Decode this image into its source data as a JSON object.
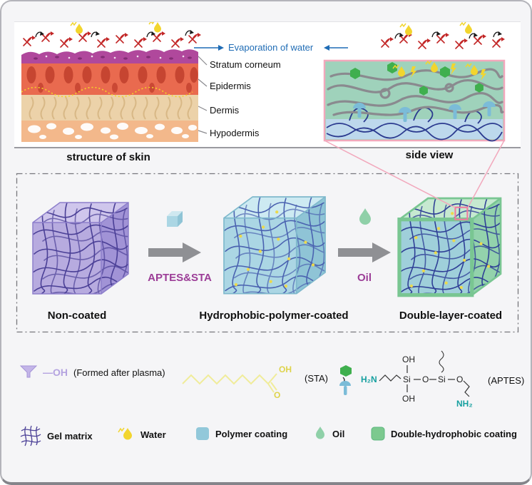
{
  "top": {
    "evaporation_label": "Evaporation of water",
    "skin_labels": [
      "Stratum corneum",
      "Epidermis",
      "Dermis",
      "Hypodermis"
    ],
    "skin_caption": "structure of skin",
    "side_view_caption": "side view"
  },
  "process": {
    "cube1_label": "Non-coated",
    "arrow1_label": "APTES&STA",
    "cube2_label": "Hydrophobic-polymer-coated",
    "arrow2_label": "Oil",
    "cube3_label": "Double-layer-coated"
  },
  "chem": {
    "oh_dash": "—OH",
    "plasma_note": "(Formed after plasma)",
    "sta": {
      "oh": "OH",
      "o": "O",
      "note": "(STA)"
    },
    "aptes": {
      "h2n": "H₂N",
      "oh_top": "OH",
      "oh_bottom": "OH",
      "si1": "Si",
      "si2": "Si",
      "o1": "O",
      "o2": "O",
      "nh2": "NH₂",
      "note": "(APTES)"
    }
  },
  "legend": {
    "items": [
      {
        "icon": "gel-matrix-icon",
        "label": "Gel matrix"
      },
      {
        "icon": "water-drop-icon",
        "label": "Water"
      },
      {
        "icon": "polymer-coating-icon",
        "label": "Polymer coating"
      },
      {
        "icon": "oil-drop-icon",
        "label": "Oil"
      },
      {
        "icon": "double-hydrophobic-icon",
        "label": "Double-hydrophobic coating"
      }
    ]
  },
  "colors": {
    "evaporation_blue": "#1f6cb5",
    "reagent_purple": "#9c3d97",
    "panel_pink": "#f2a8bc",
    "side_view_green": "#9fd2bb",
    "cube_purple": "#b7abdf",
    "cube_blue": "#abd6e4",
    "cube_green": "#9ed8b2",
    "water_yellow": "#f2d52e",
    "oil_green": "#8fd0a8",
    "gel_network_purple": "#4a3f96"
  }
}
